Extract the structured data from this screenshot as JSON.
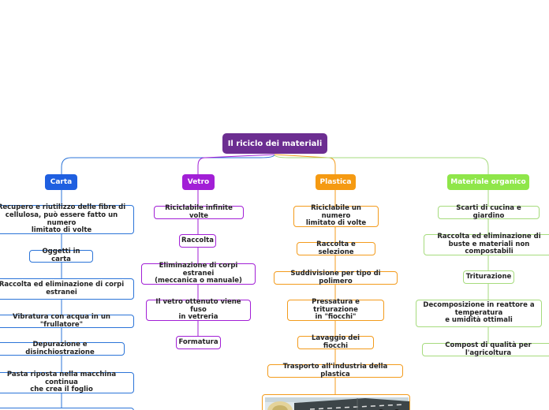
{
  "root": {
    "title": "Il riciclo dei materiali"
  },
  "colors": {
    "root": "#6c2e91",
    "carta": "#1f5fe0",
    "vetro": "#a21fd6",
    "plastica": "#f59a12",
    "organico": "#8fe64a"
  },
  "branches": {
    "carta": {
      "label": "Carta",
      "items": [
        "Recupero e riutilizzo delle fibre di\ncellulosa, può essere fatto un numero\nlimitato di volte",
        "Oggetti in carta",
        "Raccolta ed eliminazione di corpi\nestranei",
        "Vibratura con acqua in un \"frullatore\"",
        "Depurazione e disinchiostrazione",
        "Pasta riposta nella macchina continua\nche crea il foglio"
      ]
    },
    "vetro": {
      "label": "Vetro",
      "items": [
        "Riciclabile infinite volte",
        "Raccolta",
        "Eliminazione di corpi estranei\n(meccanica o manuale)",
        "Il vetro ottenuto viene fuso\nin vetreria",
        "Formatura"
      ]
    },
    "plastica": {
      "label": "Plastica",
      "items": [
        "Riciclabile un numero\nlimitato di volte",
        "Raccolta e selezione",
        "Suddivisione per tipo di polimero",
        "Pressatura e triturazione\nin \"fiocchi\"",
        "Lavaggio dei fiocchi",
        "Trasporto all'industria della plastica"
      ]
    },
    "organico": {
      "label": "Materiale organico",
      "items": [
        "Scarti di cucina e giardino",
        "Raccolta ed eliminazione di\nbuste e materiali non compostabili",
        "Triturazione",
        "Decomposizione in reattore a\ntemperatura\ne umidità ottimali",
        "Compost di qualità per l'agricoltura"
      ]
    }
  }
}
